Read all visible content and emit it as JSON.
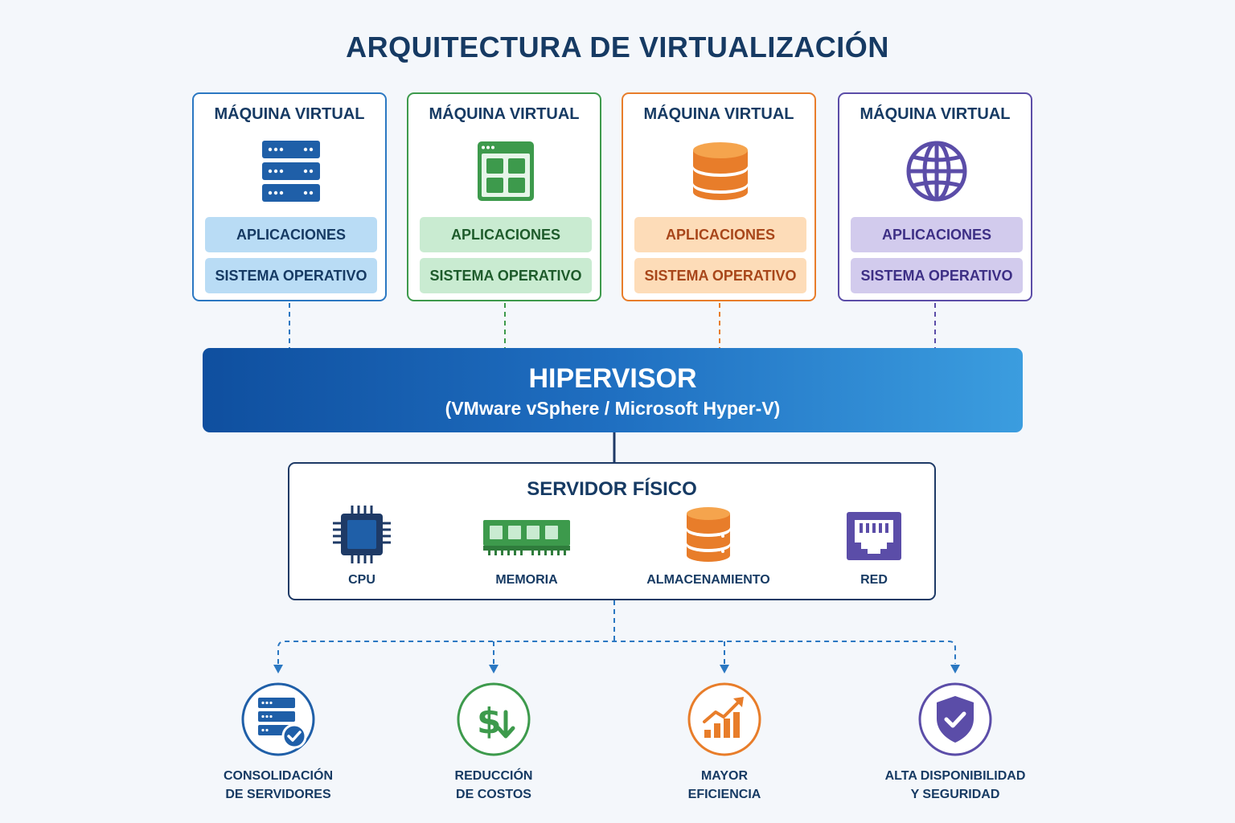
{
  "title": "ARQUITECTURA DE VIRTUALIZACIÓN",
  "vms": [
    {
      "title": "MÁQUINA VIRTUAL",
      "icon": "server-rack-icon",
      "app": "APLICACIONES",
      "os": "SISTEMA OPERATIVO",
      "color": "#2b78c2",
      "light": "#b9dcf5",
      "text": "#163a63"
    },
    {
      "title": "MÁQUINA VIRTUAL",
      "icon": "app-window-icon",
      "app": "APLICACIONES",
      "os": "SISTEMA OPERATIVO",
      "color": "#3d9a4c",
      "light": "#c9ebd1",
      "text": "#1e5b2b"
    },
    {
      "title": "MÁQUINA VIRTUAL",
      "icon": "database-icon",
      "app": "APLICACIONES",
      "os": "SISTEMA OPERATIVO",
      "color": "#e87d2a",
      "light": "#fddcb8",
      "text": "#a8461a"
    },
    {
      "title": "MÁQUINA VIRTUAL",
      "icon": "globe-icon",
      "app": "APLICACIONES",
      "os": "SISTEMA OPERATIVO",
      "color": "#5b4da8",
      "light": "#d2cbed",
      "text": "#3d2f85"
    }
  ],
  "hypervisor": {
    "title": "HIPERVISOR",
    "subtitle": "(VMware vSphere / Microsoft Hyper-V)"
  },
  "server": {
    "title": "SERVIDOR FÍSICO",
    "components": [
      {
        "label": "CPU",
        "icon": "cpu-icon"
      },
      {
        "label": "MEMORIA",
        "icon": "memory-icon"
      },
      {
        "label": "ALMACENAMIENTO",
        "icon": "storage-icon"
      },
      {
        "label": "RED",
        "icon": "network-port-icon"
      }
    ]
  },
  "benefits": [
    {
      "label": "CONSOLIDACIÓN\nDE SERVIDORES",
      "icon": "server-check-icon",
      "color": "#1f5fa8"
    },
    {
      "label": "REDUCCIÓN\nDE COSTOS",
      "icon": "dollar-down-icon",
      "color": "#3d9a4c"
    },
    {
      "label": "MAYOR\nEFICIENCIA",
      "icon": "growth-chart-icon",
      "color": "#e87d2a"
    },
    {
      "label": "ALTA DISPONIBILIDAD\nY SEGURIDAD",
      "icon": "shield-check-icon",
      "color": "#5b4da8"
    }
  ]
}
